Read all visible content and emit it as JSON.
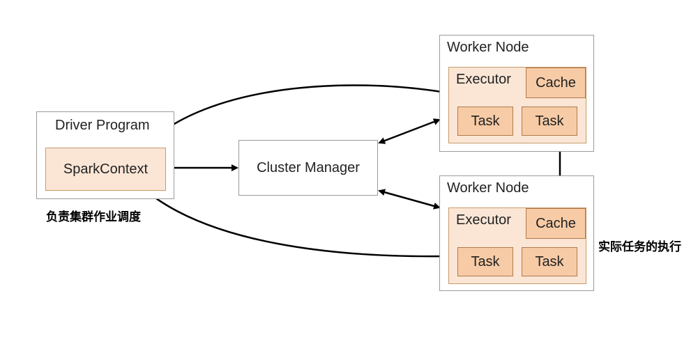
{
  "driver": {
    "title": "Driver Program",
    "context": "SparkContext",
    "note": "负责集群作业调度"
  },
  "cluster_manager": {
    "label": "Cluster Manager"
  },
  "workers": [
    {
      "title": "Worker Node",
      "executor": "Executor",
      "cache": "Cache",
      "tasks": [
        "Task",
        "Task"
      ]
    },
    {
      "title": "Worker Node",
      "executor": "Executor",
      "cache": "Cache",
      "tasks": [
        "Task",
        "Task"
      ]
    }
  ],
  "worker_note": "实际任务的执行",
  "colors": {
    "outer_border": "#9a9a9a",
    "executor_fill": "#fbe6d6",
    "task_fill": "#f7cba6",
    "arrow": "#000000"
  }
}
